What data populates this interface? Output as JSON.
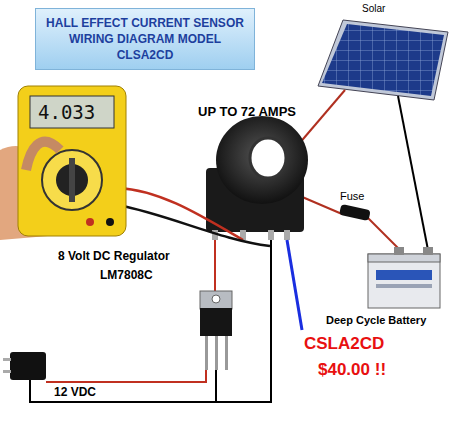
{
  "diagram": {
    "title": "HALL EFFECT CURRENT SENSOR WIRING DIAGRAM MODEL CLSA2CD",
    "labels": [
      "Solar",
      "UP TO 72 AMPS",
      "4.033",
      "8 Volt DC Regulator",
      "LM7808C",
      "12 VDC",
      "Fuse",
      "Deep Cycle Battery",
      "CSLA2CD",
      "$40.00 !!"
    ]
  }
}
